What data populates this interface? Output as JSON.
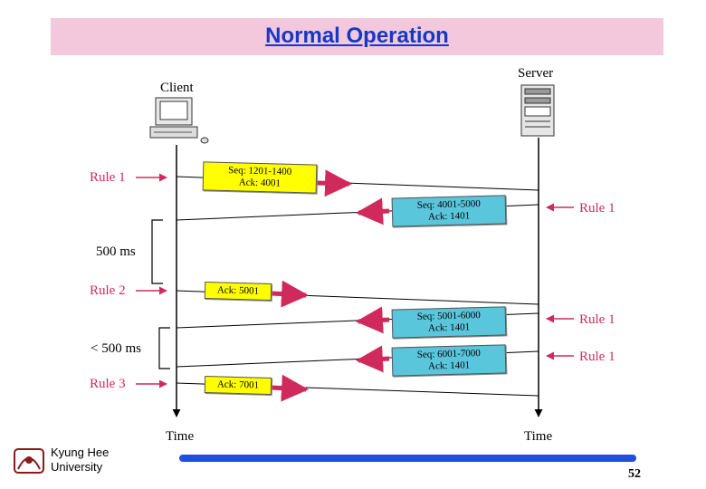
{
  "title": "Normal Operation",
  "client_label": "Client",
  "server_label": "Server",
  "time_label_left": "Time",
  "time_label_right": "Time",
  "left_labels": {
    "rule1": "Rule 1",
    "ms500": "500 ms",
    "rule2": "Rule 2",
    "lt500": "< 500 ms",
    "rule3": "Rule 3"
  },
  "right_labels": {
    "r1": "Rule 1",
    "r2": "Rule 1",
    "r3": "Rule 1"
  },
  "messages": [
    {
      "line1": "Seq: 1201-1400",
      "line2": "Ack: 4001"
    },
    {
      "line1": "Seq: 4001-5000",
      "line2": "Ack: 1401"
    },
    {
      "line1": "Ack: 5001"
    },
    {
      "line1": "Seq: 5001-6000",
      "line2": "Ack: 1401"
    },
    {
      "line1": "Seq: 6001-7000",
      "line2": "Ack: 1401"
    },
    {
      "line1": "Ack: 7001"
    }
  ],
  "footer": {
    "university_line1": "Kyung Hee",
    "university_line2": "University",
    "page_number": "52"
  },
  "colors": {
    "accent_title": "#1438c8",
    "title_bg": "#f3c8dc",
    "rule": "#d02a5c",
    "msg_yellow": "#ffff00",
    "msg_blue": "#5ac6dc",
    "footer_bar": "#1f4fe0"
  }
}
